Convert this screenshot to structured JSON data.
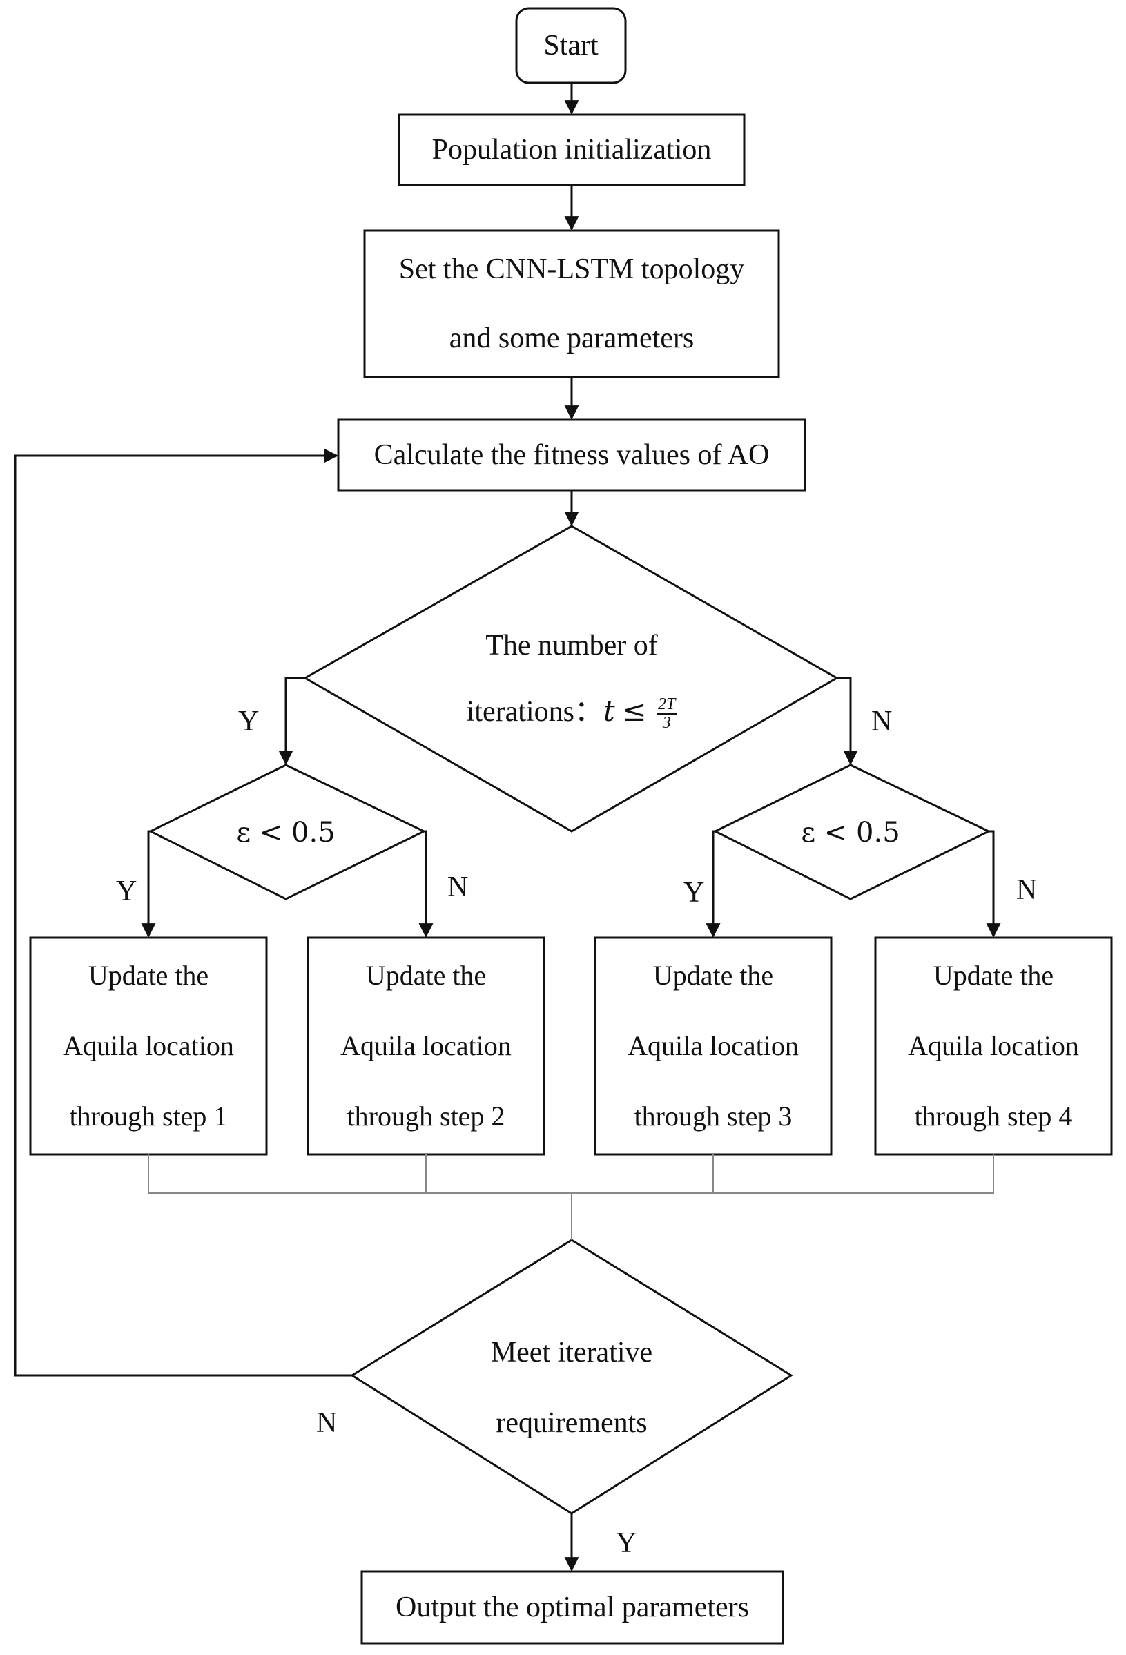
{
  "nodes": {
    "start": "Start",
    "init": "Population initialization",
    "setup": [
      "Set the CNN-LSTM topology",
      "and some parameters"
    ],
    "fitness": "Calculate the fitness values of AO",
    "iter_check": {
      "line1": "The number of",
      "line2_prefix": "iterations：",
      "lhs": "t",
      "op": "≤",
      "num": "2T",
      "den": "3"
    },
    "eps_left": "ε < 0.5",
    "eps_right": "ε < 0.5",
    "step1": [
      "Update the",
      "Aquila location",
      "through step 1"
    ],
    "step2": [
      "Update the",
      "Aquila location",
      "through step 2"
    ],
    "step3": [
      "Update the",
      "Aquila location",
      "through step 3"
    ],
    "step4": [
      "Update the",
      "Aquila location",
      "through step 4"
    ],
    "meet": [
      "Meet iterative",
      "requirements"
    ],
    "output": "Output the optimal parameters"
  },
  "branch_labels": {
    "iter_yes": "Y",
    "iter_no": "N",
    "eps_left_yes": "Y",
    "eps_left_no": "N",
    "eps_right_yes": "Y",
    "eps_right_no": "N",
    "meet_no": "N",
    "meet_yes": "Y"
  }
}
